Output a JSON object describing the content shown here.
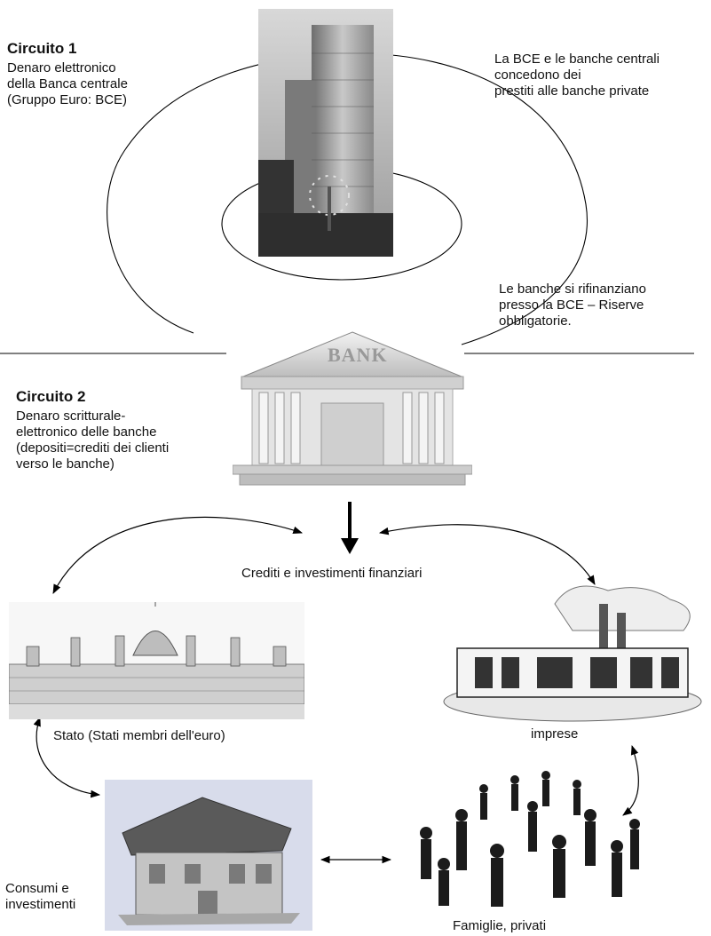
{
  "circuit1": {
    "title": "Circuito 1",
    "description": "Denaro elettronico\ndella Banca centrale\n(Gruppo Euro: BCE)"
  },
  "bce_note": "La BCE e le banche centrali\nconcedono dei\nprestiti alle banche private",
  "refinance_note": "Le banche si rifinanziano\npresso la BCE – Riserve\nobbligatorie.",
  "bank_sign": "BANK",
  "circuit2": {
    "title": "Circuito 2",
    "description": "Denaro scritturale-\nelettronico delle banche\n(depositi=crediti dei clienti\nverso le banche)"
  },
  "credits_label": "Crediti e investimenti finanziari",
  "state_label": "Stato (Stati membri dell'euro)",
  "companies_label": "imprese",
  "consumption_label": "Consumi e\ninvestimenti",
  "families_label": "Famiglie, privati"
}
